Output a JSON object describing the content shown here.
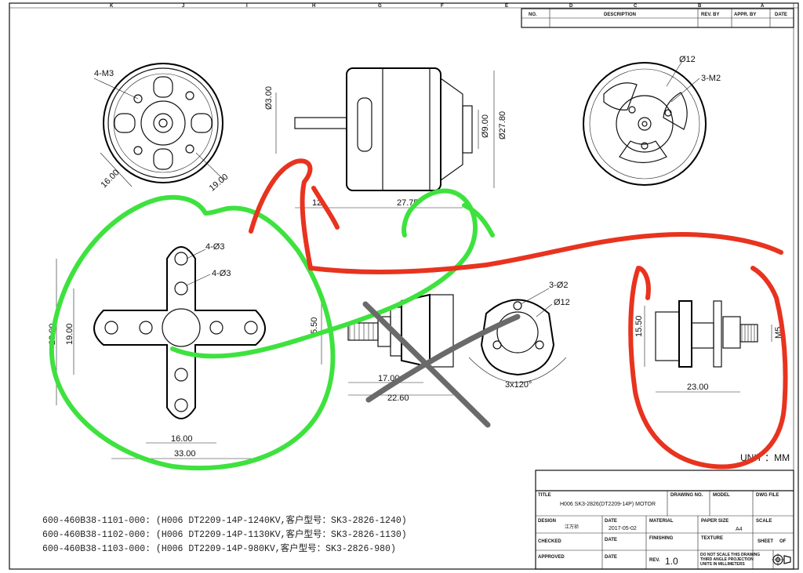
{
  "grid_letters": [
    "K",
    "J",
    "I",
    "H",
    "G",
    "F",
    "E",
    "D",
    "C",
    "B",
    "A"
  ],
  "revision_table": {
    "headers": [
      "NO.",
      "DESCRIPTION",
      "REV. BY",
      "APPR. BY",
      "DATE"
    ]
  },
  "dimensions": {
    "front_left": [
      "4-M3",
      "16.00",
      "19.00"
    ],
    "side_motor": [
      "Ø3.00",
      "Ø9.00",
      "Ø27.80",
      "12",
      "27.75"
    ],
    "rear": [
      "Ø12",
      "3-M2"
    ],
    "cross_mount": [
      "4-Ø3",
      "4-Ø3",
      "19.00",
      "16.00",
      "33.00",
      "23.00"
    ],
    "shaft_adapter": [
      "5.50",
      "17.00",
      "22.60"
    ],
    "collet": [
      "3-Ø2",
      "Ø12",
      "3x120°"
    ],
    "prop_adapter": [
      "15.50",
      "23.00",
      "M5"
    ]
  },
  "unit_label": "UNIT ：MM",
  "part_numbers": [
    "600-460B38-1101-000: (H006 DT2209-14P-1240KV,客户型号：SK3-2826-1240)",
    "600-460B38-1102-000: (H006 DT2209-14P-1130KV,客户型号：SK3-2826-1130)",
    "600-460B38-1103-000: (H006 DT2209-14P-980KV,客户型号：SK3-2826-980)"
  ],
  "title_block": {
    "title_label": "TITLE",
    "title_value": "H006 SK3-2826(DT2209-14P) MOTOR",
    "drawing_no_label": "DRAWING NO.",
    "model_label": "MODEL",
    "dwg_file_label": "DWG FILE",
    "design_label": "DESIGN",
    "design_value": "江万祯",
    "date_label": "DATE",
    "date_value": "2017-05-02",
    "material_label": "MATERIAL",
    "paper_size_label": "PAPER SIZE",
    "paper_size_value": "A4",
    "scale_label": "SCALE",
    "checked_label": "CHECKED",
    "finishing_label": "FINISHING",
    "texture_label": "TEXTURE",
    "sheet_label": "SHEET",
    "of_label": "OF",
    "approved_label": "APPROVED",
    "rev_label": "REV.",
    "rev_value": "1.0",
    "note": [
      "DO NOT SCALE THIS DRAWING",
      "THIRD ANGLE PROJECTION",
      "UNITS IN MILLIMETERS"
    ]
  },
  "colors": {
    "green_marker": "#3ee23e",
    "red_marker": "#e8331f",
    "gray_marker": "#6a6a6a"
  }
}
